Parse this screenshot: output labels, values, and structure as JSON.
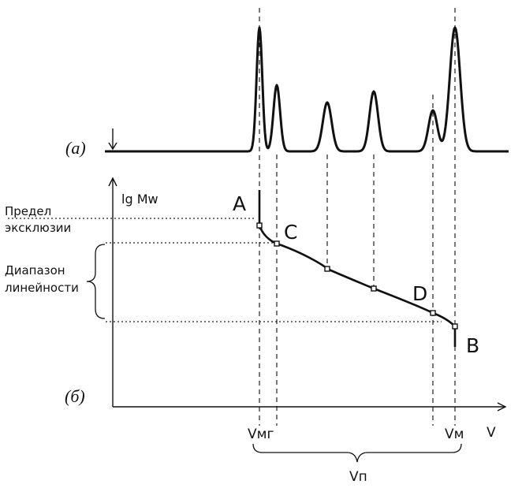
{
  "labels": {
    "panel_a": "(a)",
    "panel_b": "(б)",
    "y_axis": "lg Mw",
    "x_axis": "V",
    "point_a": "A",
    "point_b": "B",
    "point_c": "C",
    "point_d": "D",
    "exclusion_line1": "Предел",
    "exclusion_line2": "эксклюзии",
    "linear_line1": "Диапазон",
    "linear_line2": "линейности",
    "v_mg": "Vмг",
    "v_m": "Vм",
    "v_p": "Vп"
  },
  "chromatogram": {
    "peak_count": 6
  },
  "colors": {
    "ink": "#111111",
    "background": "#ffffff"
  }
}
